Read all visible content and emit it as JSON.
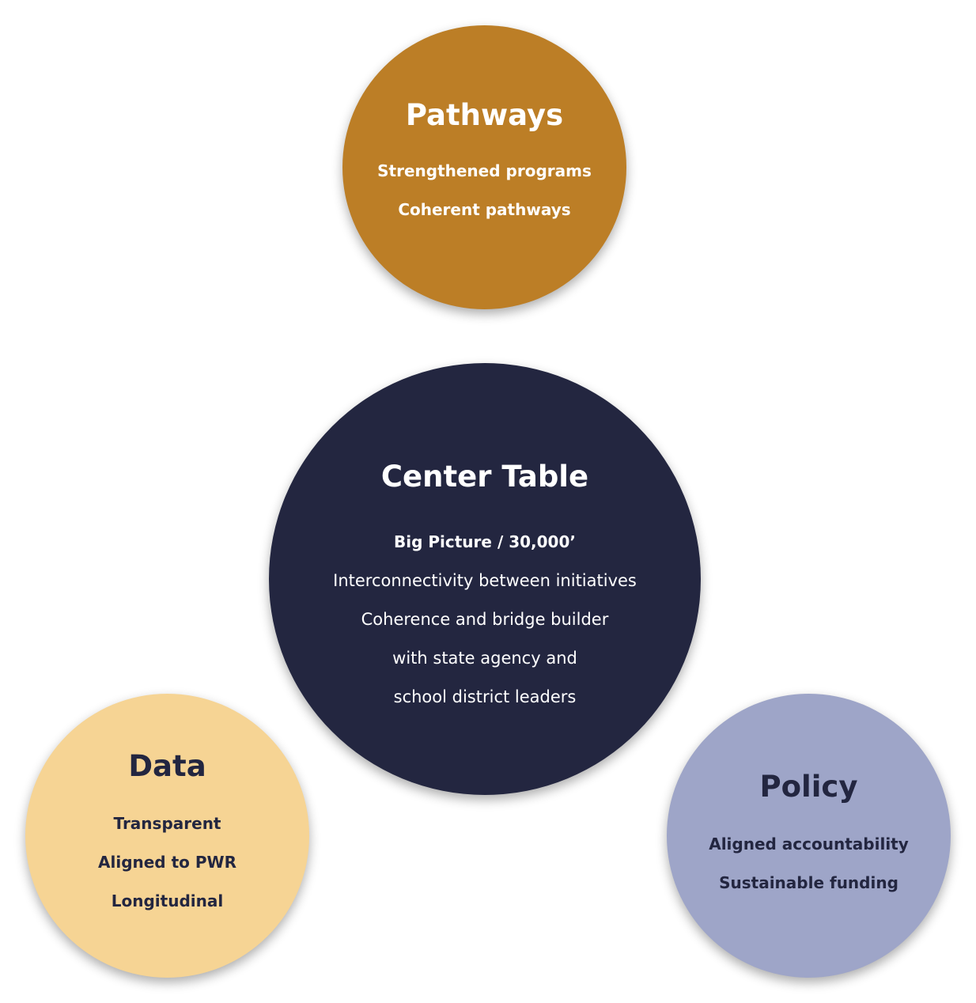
{
  "pathways": {
    "title": "Pathways",
    "items": [
      "Strengthened programs",
      "Coherent pathways"
    ],
    "color": "#bc7e26"
  },
  "center": {
    "title": "Center Table",
    "subtitle": "Big Picture / 30,000’",
    "lines": [
      "Interconnectivity between initiatives",
      "Coherence and bridge builder",
      "with state agency and",
      "school district leaders"
    ],
    "color": "#232640"
  },
  "data": {
    "title": "Data",
    "items": [
      "Transparent",
      "Aligned to PWR",
      "Longitudinal"
    ],
    "color": "#f6d494"
  },
  "policy": {
    "title": "Policy",
    "items": [
      "Aligned accountability",
      "Sustainable funding"
    ],
    "color": "#9ea5c8"
  }
}
